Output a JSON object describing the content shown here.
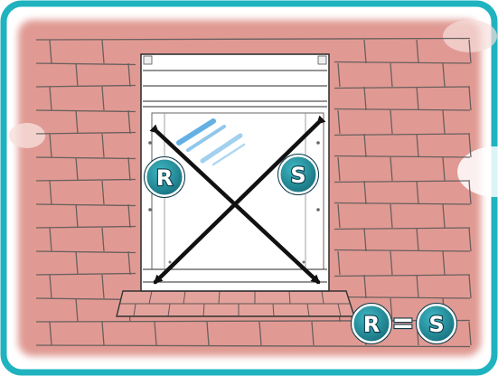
{
  "illustration": {
    "subject": "window-diagonals-equal",
    "colors": {
      "frame_border": "#1fb3bf",
      "brick_wall": "#e09a93",
      "mortar_lines": "#555555",
      "window_glass": "#ffffff",
      "arrows": "#111111",
      "badge_fill": "#1f8a98",
      "glare": "#4aa3e0"
    },
    "badges": {
      "diagonal_r": "R",
      "diagonal_s": "S"
    },
    "equation": {
      "left": "R",
      "operator": "=",
      "right": "S"
    }
  }
}
